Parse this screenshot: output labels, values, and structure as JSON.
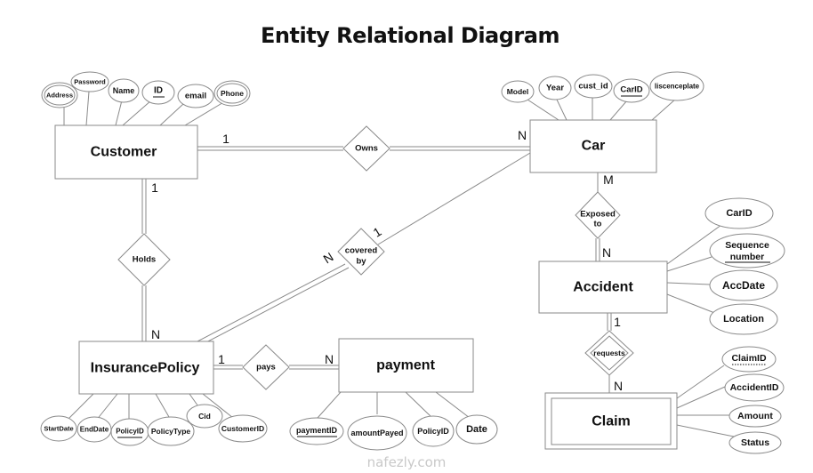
{
  "title": "Entity Relational Diagram",
  "entities": {
    "customer": {
      "label": "Customer",
      "weak": false
    },
    "car": {
      "label": "Car",
      "weak": false
    },
    "insurance_policy": {
      "label": "InsurancePolicy",
      "weak": false
    },
    "payment": {
      "label": "payment",
      "weak": false
    },
    "accident": {
      "label": "Accident",
      "weak": false
    },
    "claim": {
      "label": "Claim",
      "weak": true
    }
  },
  "relationships": {
    "owns": {
      "label": "Owns",
      "from": "Customer",
      "to": "Car",
      "card_from": "1",
      "card_to": "N",
      "identifying": false
    },
    "holds": {
      "label": "Holds",
      "from": "Customer",
      "to": "InsurancePolicy",
      "card_from": "1",
      "card_to": "N",
      "identifying": false
    },
    "covered_by": {
      "label_line1": "covered",
      "label_line2": "by",
      "from": "Car",
      "to": "InsurancePolicy",
      "card_from": "1",
      "card_to": "N",
      "identifying": false
    },
    "exposed_to": {
      "label_line1": "Exposed",
      "label_line2": "to",
      "from": "Car",
      "to": "Accident",
      "card_from": "M",
      "card_to": "N",
      "identifying": false
    },
    "pays": {
      "label": "pays",
      "from": "InsurancePolicy",
      "to": "payment",
      "card_from": "1",
      "card_to": "N",
      "identifying": false
    },
    "requests": {
      "label": "requests",
      "from": "Accident",
      "to": "Claim",
      "card_from": "1",
      "card_to": "N",
      "identifying": true
    }
  },
  "attributes": {
    "customer": [
      {
        "label": "Address",
        "key": false,
        "multivalued": true
      },
      {
        "label": "Password",
        "key": false,
        "multivalued": false
      },
      {
        "label": "Name",
        "key": false,
        "multivalued": false
      },
      {
        "label": "ID",
        "key": true,
        "multivalued": false
      },
      {
        "label": "email",
        "key": false,
        "multivalued": false
      },
      {
        "label": "Phone",
        "key": false,
        "multivalued": true
      }
    ],
    "car": [
      {
        "label": "Model",
        "key": false
      },
      {
        "label": "Year",
        "key": false
      },
      {
        "label": "cust_id",
        "key": false
      },
      {
        "label": "CarID",
        "key": true
      },
      {
        "label": "liscenceplate",
        "key": false
      }
    ],
    "insurance_policy": [
      {
        "label": "StartDate",
        "key": false
      },
      {
        "label": "EndDate",
        "key": false
      },
      {
        "label": "PolicyID",
        "key": true
      },
      {
        "label": "PolicyType",
        "key": false
      },
      {
        "label": "Cid",
        "key": false
      },
      {
        "label": "CustomerID",
        "key": false
      }
    ],
    "payment": [
      {
        "label": "paymentID",
        "key": true
      },
      {
        "label": "amountPayed",
        "key": false
      },
      {
        "label": "PolicyID",
        "key": false
      },
      {
        "label": "Date",
        "key": false
      }
    ],
    "accident": [
      {
        "label": "CarID",
        "key": false
      },
      {
        "label_line1": "Sequence",
        "label_line2": "number",
        "key": true
      },
      {
        "label": "AccDate",
        "key": false
      },
      {
        "label": "Location",
        "key": false
      }
    ],
    "claim": [
      {
        "label": "ClaimID",
        "partial_key": true
      },
      {
        "label": "AccidentID",
        "key": false
      },
      {
        "label": "Amount",
        "key": false
      },
      {
        "label": "Status",
        "key": false
      }
    ]
  },
  "watermark": "nafezly.com"
}
